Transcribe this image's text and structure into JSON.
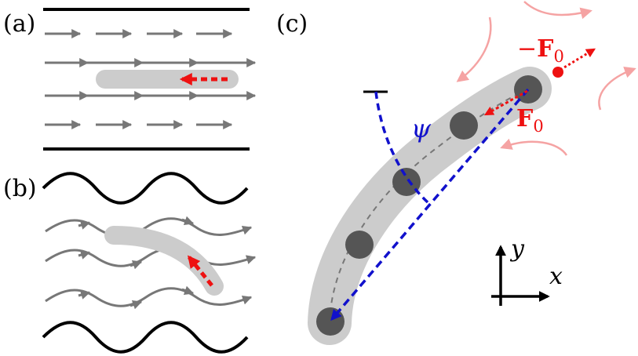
{
  "panels": {
    "a": "(a)",
    "b": "(b)",
    "c": "(c)"
  },
  "forces": {
    "minus_sign": "−",
    "symbol": "F",
    "subscript": "0"
  },
  "angle_label": "ψ",
  "axes": {
    "x": "x",
    "y": "y"
  },
  "colors": {
    "wall": "#000000",
    "flow": "#777777",
    "body": "#cccccc",
    "bead": "#555555",
    "force": "#ee1111",
    "angle": "#1111cc",
    "flow_field": "#f5a3a3"
  }
}
